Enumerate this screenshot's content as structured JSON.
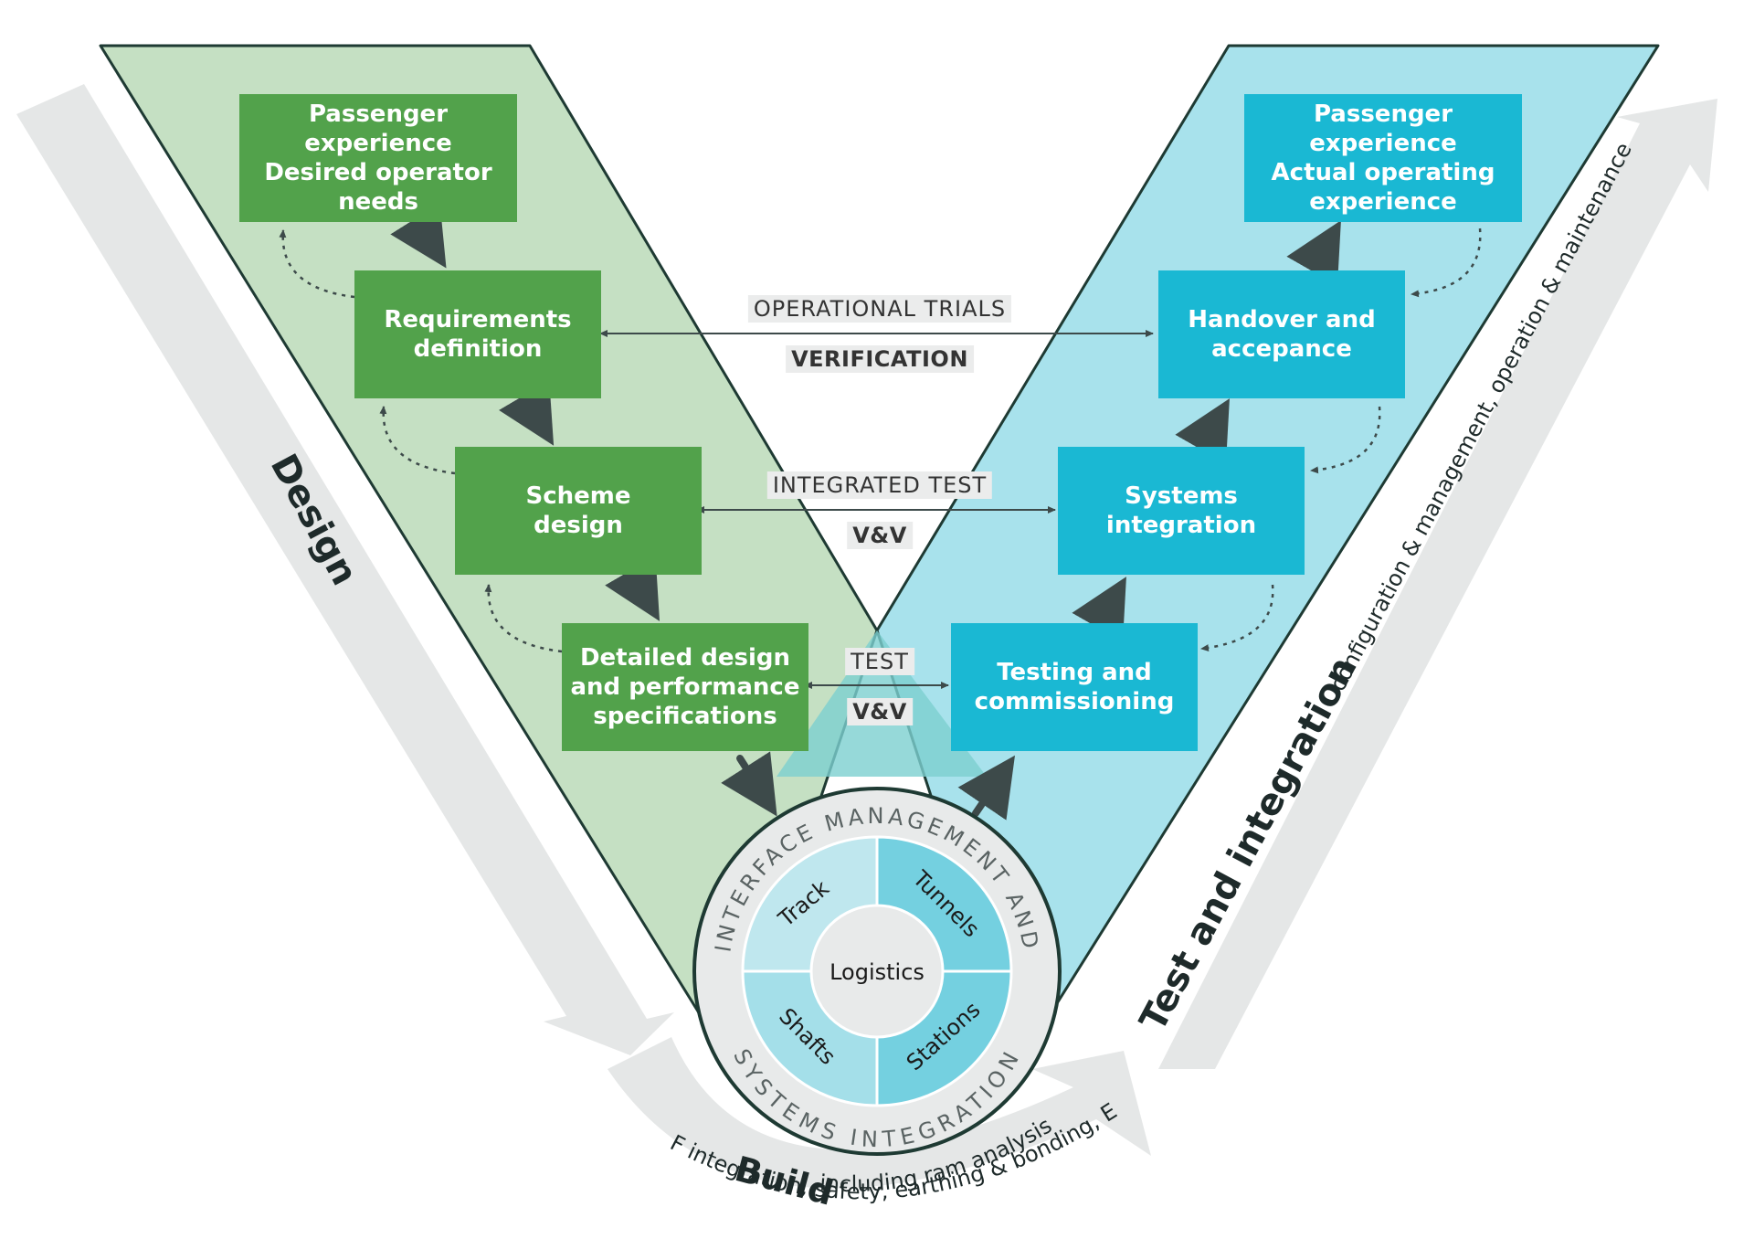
{
  "boxes": {
    "left1_line1": "Passenger experience",
    "left1_line2": "Desired operator",
    "left1_line3": "needs",
    "left2_line1": "Requirements",
    "left2_line2": "definition",
    "left3_line1": "Scheme",
    "left3_line2": "design",
    "left4_line1": "Detailed design",
    "left4_line2": "and performance",
    "left4_line3": "specifications",
    "right1_line1": "Passenger experience",
    "right1_line2": "Actual operating",
    "right1_line3": "experience",
    "right2_line1": "Handover and",
    "right2_line2": "accepance",
    "right3_line1": "Systems",
    "right3_line2": "integration",
    "right4_line1": "Testing and",
    "right4_line2": "commissioning"
  },
  "links": {
    "top_label": "OPERATIONAL TRIALS",
    "top_sub": "VERIFICATION",
    "mid_label": "INTEGRATED TEST",
    "mid_sub": "V&V",
    "low_label": "TEST",
    "low_sub": "V&V"
  },
  "hub": {
    "ring_top": "INTERFACE MANAGEMENT AND",
    "ring_bottom": "SYSTEMS INTEGRATION",
    "center": "Logistics",
    "q_track": "Track",
    "q_tunnels": "Tunnels",
    "q_shafts": "Shafts",
    "q_stations": "Stations"
  },
  "phases": {
    "design": "Design",
    "test_title": "Test and integration",
    "test_detail": "configuration & management, operation & maintenance",
    "build_title": "Build",
    "build_detail1": "including ram analysis",
    "build_detail2": "HF integration, safety, earthing & bonding, EMC"
  },
  "colors": {
    "left_panel": "#c5e0c3",
    "right_panel": "#a8e2ec",
    "green_box": "#52a24b",
    "blue_box": "#1ab8d3",
    "phase_arrow": "#e5e7e7",
    "outline": "#1e3a33"
  }
}
